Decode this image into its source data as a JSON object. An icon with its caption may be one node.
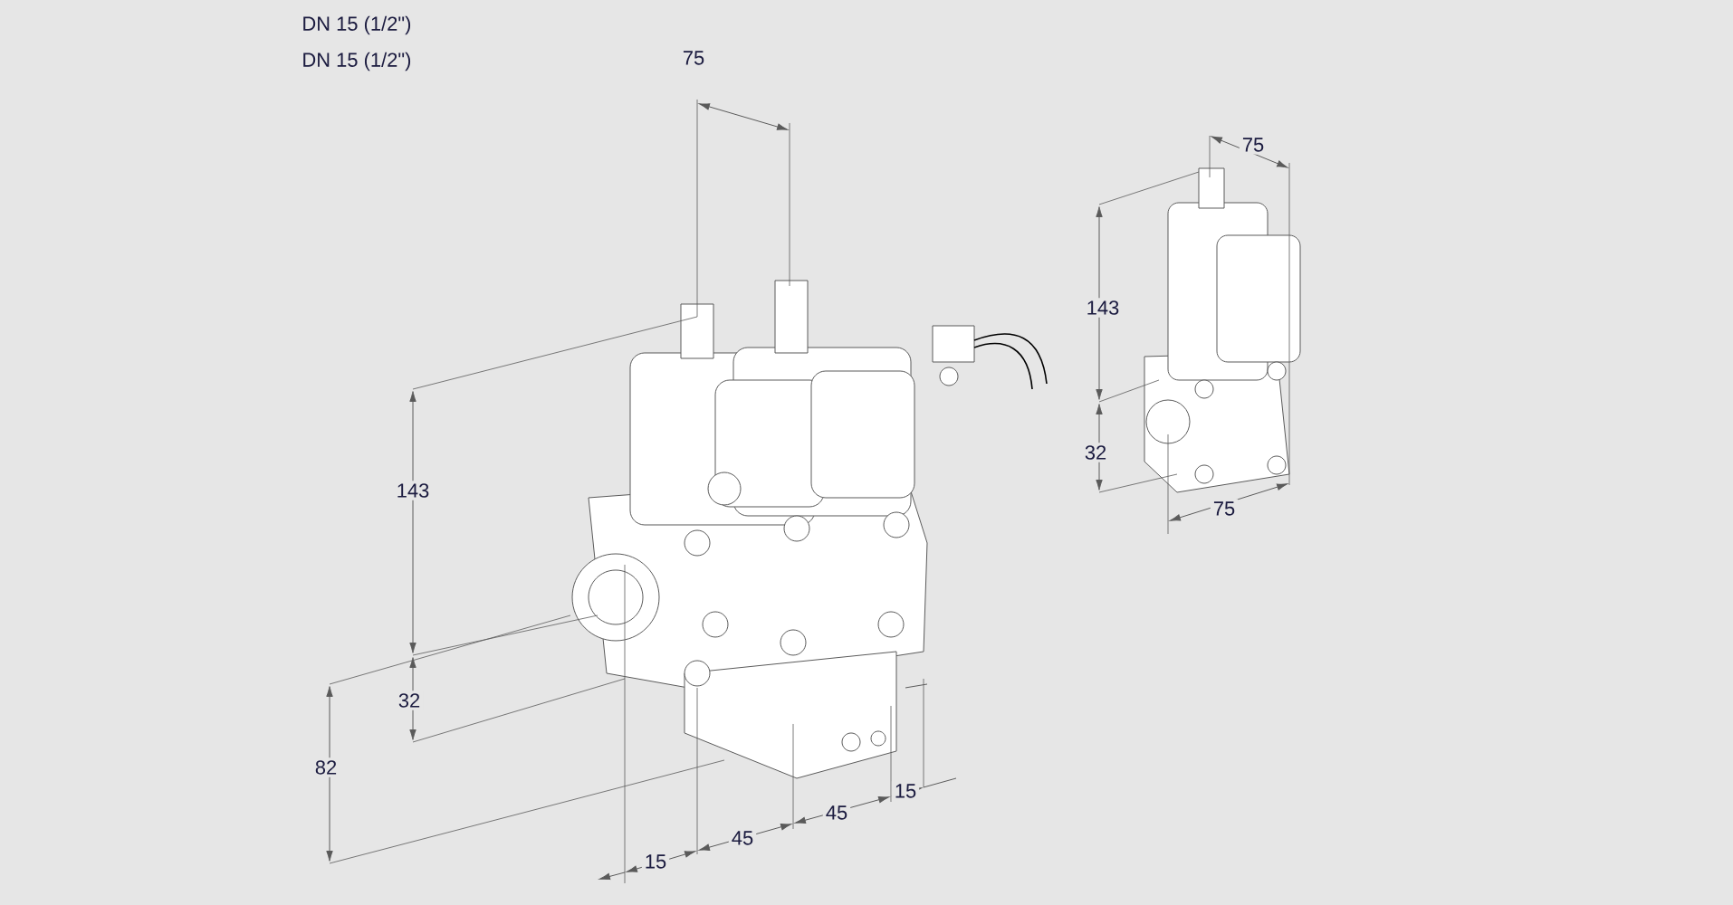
{
  "diagram": {
    "labels": [
      "DN 15 (1/2\")",
      "DN 15 (1/2\")",
      "75",
      "75",
      "143",
      "143",
      "32",
      "75",
      "32",
      "82",
      "15",
      "45",
      "45",
      "15"
    ]
  }
}
